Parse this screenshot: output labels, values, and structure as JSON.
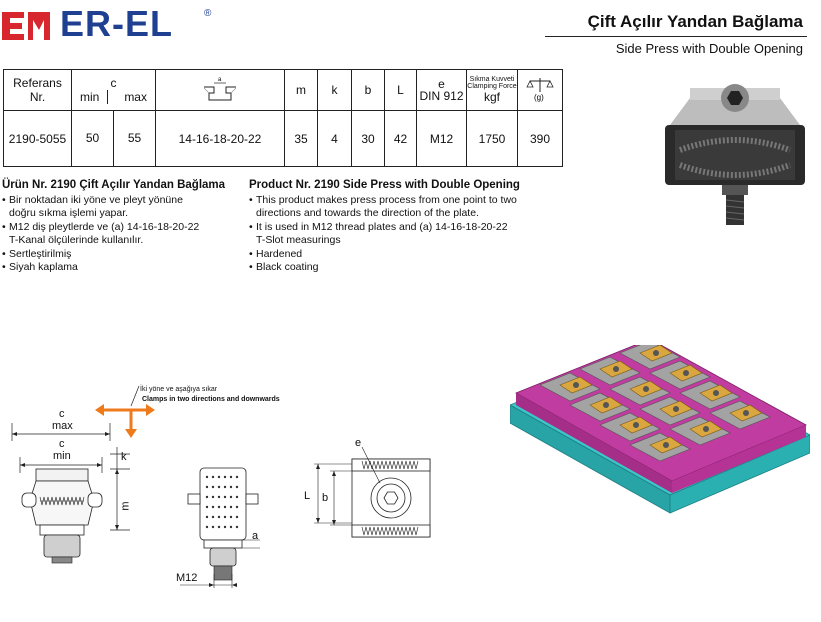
{
  "header": {
    "brand": "ER-EL",
    "registered": "®",
    "title_tr": "Çift Açılır Yandan Bağlama",
    "title_en": "Side Press with Double Opening"
  },
  "spec_table": {
    "headers": {
      "referans": "Referans",
      "nr": "Nr.",
      "c": "c",
      "min": "min",
      "max": "max",
      "a": "a",
      "m": "m",
      "k": "k",
      "b": "b",
      "L": "L",
      "e": "e",
      "din": "DIN 912",
      "force_tr": "Sıkma Kuvveti",
      "force_en": "Clamping Force",
      "kgf": "kgf",
      "weight": "(g)"
    },
    "row": {
      "ref": "2190-5055",
      "c_min": "50",
      "c_max": "55",
      "tslot": "14-16-18-20-22",
      "m": "35",
      "k": "4",
      "b": "30",
      "L": "42",
      "e": "M12",
      "kgf": "1750",
      "g": "390"
    }
  },
  "desc_tr": {
    "title": "Ürün Nr. 2190 Çift Açılır Yandan Bağlama",
    "items": [
      "Bir noktadan iki yöne ve pleyt yönüne",
      "doğru sıkma işlemi yapar.",
      "M12 diş pleytlerde ve (a) 14-16-18-20-22",
      "T-Kanal ölçülerinde kullanılır.",
      "Sertleştirilmiş",
      "Siyah kaplama"
    ]
  },
  "desc_en": {
    "title": "Product Nr. 2190 Side Press with Double Opening",
    "items": [
      "This product makes press process from one point to two",
      "directions and towards the direction of the plate.",
      "It is used in M12 thread plates and (a) 14-16-18-20-22",
      "T-Slot measurings",
      "Hardened",
      "Black coating"
    ]
  },
  "drawing": {
    "note_tr": "İki yöne ve aşağıya sıkar",
    "note_en": "Clamps in two directions and downwards",
    "c": "c",
    "max": "max",
    "min": "min",
    "k": "k",
    "m": "m",
    "a": "a",
    "M12": "M12",
    "e": "e",
    "L": "L",
    "b": "b"
  },
  "colors": {
    "brand_red": "#d7262e",
    "brand_blue": "#1f3f91",
    "plate_cyan": "#3cc6c8",
    "plate_magenta": "#c13ca0",
    "clamp_gold": "#d9a640",
    "clamp_gray": "#a3a3a3"
  }
}
